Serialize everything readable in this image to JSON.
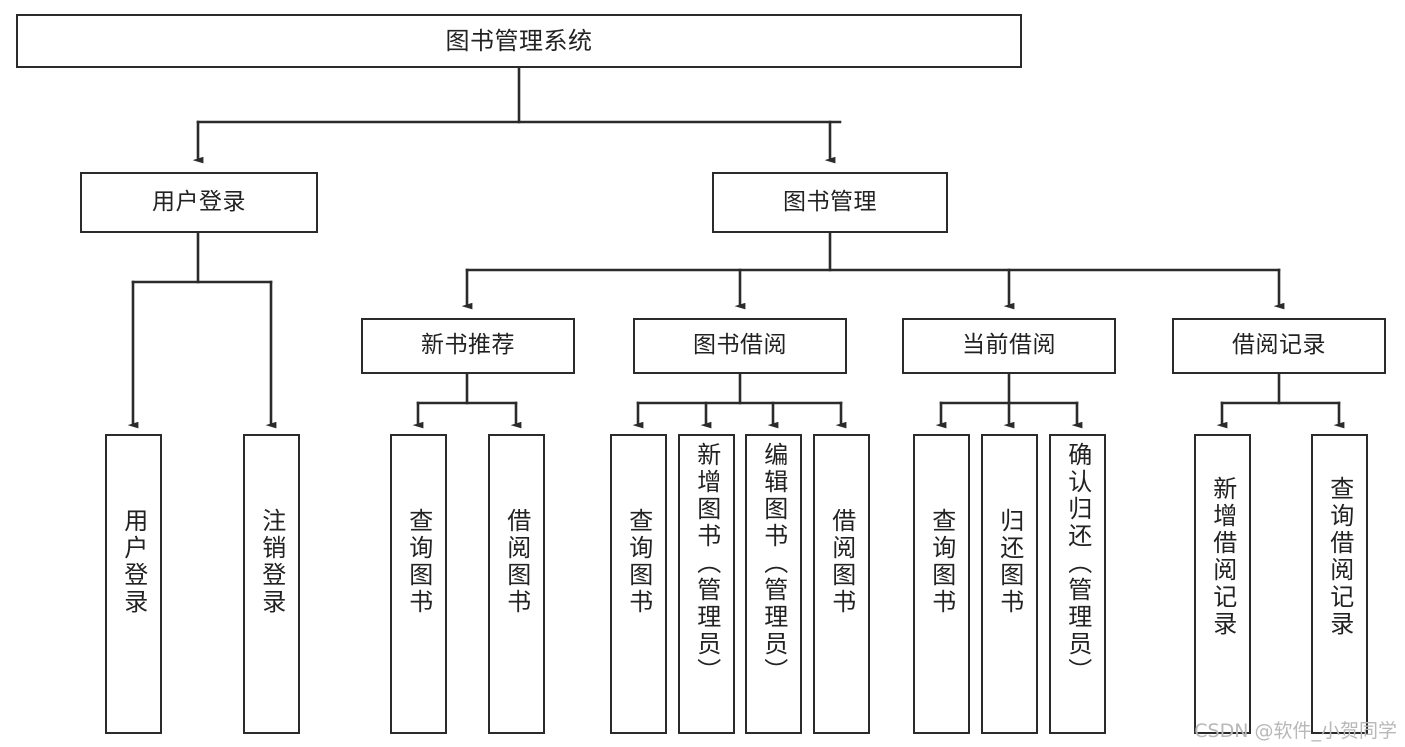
{
  "diagram": {
    "type": "tree",
    "title": "图书管理系统",
    "orientation": "top-down",
    "colors": {
      "box_border": "#2b2b2b",
      "box_fill": "#ffffff",
      "edge": "#2b2b2b",
      "text": "#222222",
      "watermark": "#b8b8b8",
      "background": "#ffffff"
    }
  },
  "root": {
    "label": "图书管理系统"
  },
  "level1": [
    {
      "label": "用户登录"
    },
    {
      "label": "图书管理"
    }
  ],
  "level2": [
    {
      "label": "新书推荐"
    },
    {
      "label": "图书借阅"
    },
    {
      "label": "当前借阅"
    },
    {
      "label": "借阅记录"
    }
  ],
  "leaves": {
    "user_login": [
      {
        "label": "用户登录"
      },
      {
        "label": "注销登录"
      }
    ],
    "new_book": [
      {
        "label": "查询图书"
      },
      {
        "label": "借阅图书"
      }
    ],
    "borrow_book": [
      {
        "label": "查询图书"
      },
      {
        "label": "新增图书（管理员）"
      },
      {
        "label": "编辑图书（管理员）"
      },
      {
        "label": "借阅图书"
      }
    ],
    "current_borrow": [
      {
        "label": "查询图书"
      },
      {
        "label": "归还图书"
      },
      {
        "label": "确认归还（管理员）"
      }
    ],
    "borrow_record": [
      {
        "label": "新增借阅记录"
      },
      {
        "label": "查询借阅记录"
      }
    ]
  },
  "watermark": {
    "text": "CSDN @软件_小贺同学"
  }
}
